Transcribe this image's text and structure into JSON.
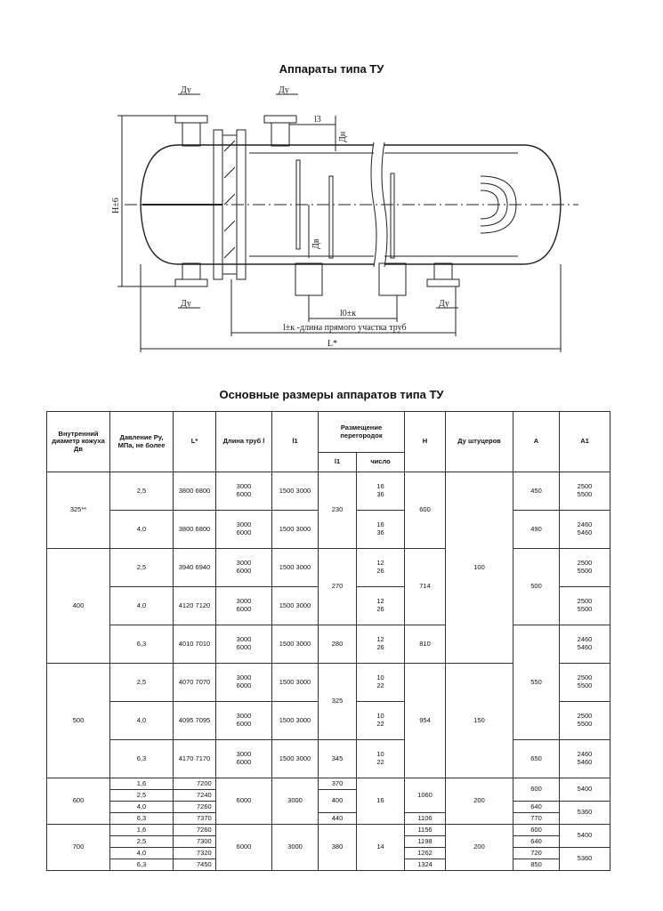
{
  "title_drawing": "Аппараты типа ТУ",
  "title_table": "Основные размеры аппаратов типа ТУ",
  "drawing_labels": {
    "du": "Ду",
    "h": "Н±6",
    "l3": "l3",
    "dn": "Дн",
    "dv": "Дв",
    "l0": "l0±к",
    "ltube": "l±к -длина прямого участка труб",
    "L": "L*"
  },
  "table": {
    "headers": {
      "col1": "Внутренний диаметр кожуха Дв",
      "col2": "Давление Ру, МПа, не более",
      "col3": "L*",
      "col4": "Длина труб l",
      "col5": "l1",
      "col6": "Размещение перегородок",
      "col6a": "l1",
      "col6b": "число",
      "col7": "H",
      "col8": "Ду штуцеров",
      "col9": "A",
      "col10": "A1"
    },
    "group325": {
      "dv": "325**",
      "r1": {
        "p": "2,5",
        "L": "3800 6800",
        "lt": "3000\n6000",
        "l1": "1500 3000",
        "n": "16\n36",
        "a": "450",
        "a1": "2500\n5500"
      },
      "r2": {
        "p": "4,0",
        "L": "3800 6800",
        "lt": "3000\n6000",
        "l1": "1500 3000",
        "n": "16\n36",
        "a": "490",
        "a1": "2460\n5460"
      },
      "pl": "230",
      "h": "600"
    },
    "du100": "100",
    "group400": {
      "dv": "400",
      "r1": {
        "p": "2,5",
        "L": "3940 6940",
        "lt": "3000\n6000",
        "l1": "1500 3000",
        "n": "12\n26",
        "a1": "2500\n5500"
      },
      "r2": {
        "p": "4,0",
        "L": "4120 7120",
        "lt": "3000\n6000",
        "l1": "1500 3000",
        "n": "12\n26",
        "a1": "2500\n5500"
      },
      "r3": {
        "p": "6,3",
        "L": "4010 7010",
        "lt": "3000\n6000",
        "l1": "1500 3000",
        "pl": "280",
        "n": "12\n26",
        "h": "810",
        "a1": "2460\n5460"
      },
      "pl12": "270",
      "h12": "714",
      "a12": "500"
    },
    "group500": {
      "dv": "500",
      "r1": {
        "p": "2,5",
        "L": "4070 7070",
        "lt": "3000\n6000",
        "l1": "1500 3000",
        "n": "10\n22",
        "a1": "2500\n5500"
      },
      "r2": {
        "p": "4,0",
        "L": "4095 7095",
        "lt": "3000\n6000",
        "l1": "1500 3000",
        "n": "10\n22",
        "a1": "2500\n5500"
      },
      "r3": {
        "p": "6,3",
        "L": "4170 7170",
        "lt": "3000\n6000",
        "l1": "1500 3000",
        "pl": "345",
        "n": "10\n22",
        "a": "650",
        "a1": "2460\n5460"
      },
      "pl12": "325",
      "h": "954",
      "du": "150",
      "a12": "550"
    },
    "group600": {
      "dv": "600",
      "p": [
        "1,6",
        "2,5",
        "4,0",
        "6,3"
      ],
      "L": [
        "7200",
        "7240",
        "7260",
        "7370"
      ],
      "lt": "6000",
      "l1": "3000",
      "pl": [
        "370",
        "400",
        "440"
      ],
      "n": "16",
      "h": [
        "1060",
        "1106"
      ],
      "du": "200",
      "a": [
        "600",
        "640",
        "770"
      ],
      "a1": [
        "5400",
        "5360"
      ]
    },
    "group700": {
      "dv": "700",
      "p": [
        "1,6",
        "2,5",
        "4,0",
        "6,3"
      ],
      "L": [
        "7260",
        "7300",
        "7320",
        "7450"
      ],
      "lt": "6000",
      "l1": "3000",
      "pl": "380",
      "n": "14",
      "h": [
        "1156",
        "1198",
        "1262",
        "1324"
      ],
      "du": "200",
      "a": [
        "600",
        "640",
        "720",
        "850"
      ],
      "a1": [
        "5400",
        "5360"
      ]
    }
  }
}
